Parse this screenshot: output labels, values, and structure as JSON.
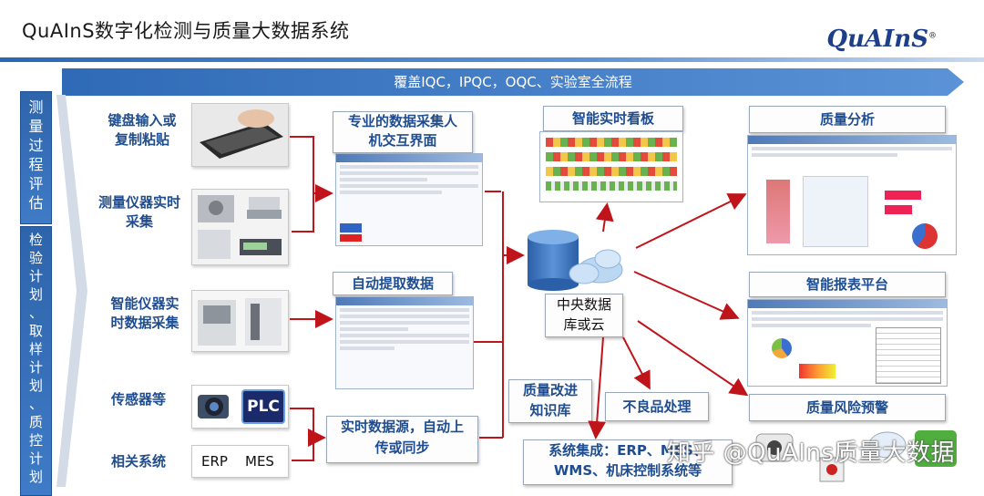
{
  "header": {
    "title": "QuAInS数字化检测与质量大数据系统",
    "logo": "QuAInS",
    "logo_mark": "®"
  },
  "banner": {
    "text": "覆盖IQC，IPQC，OQC、实验室全流程"
  },
  "left_columns": [
    {
      "chars": [
        "测",
        "量",
        "过",
        "程",
        "评",
        "估"
      ]
    },
    {
      "chars": [
        "检",
        "验",
        "计",
        "划",
        "、",
        "取",
        "样",
        "计",
        "划",
        "、",
        "质",
        "控",
        "计",
        "划"
      ]
    }
  ],
  "inputs": [
    {
      "lines": [
        "键盘输入或",
        "复制粘贴"
      ]
    },
    {
      "lines": [
        "测量仪器实时",
        "采集"
      ]
    },
    {
      "lines": [
        "智能仪器实",
        "时数据采集"
      ]
    },
    {
      "lines": [
        "传感器等"
      ]
    },
    {
      "lines": [
        "相关系统"
      ]
    }
  ],
  "input_items": {
    "plc": "PLC",
    "erp": "ERP",
    "mes": "MES"
  },
  "middle": {
    "hmi": [
      "专业的数据采集人",
      "机交互界面"
    ],
    "auto": "自动提取数据",
    "realtime": [
      "实时数据源，自动上",
      "传或同步"
    ]
  },
  "center": {
    "label": [
      "中央数据",
      "库或云"
    ]
  },
  "bottom_boxes": {
    "knowledge": [
      "质量改进",
      "知识库"
    ],
    "defect": "不良品处理",
    "integration": [
      "系统集成：ERP、MES、",
      "WMS、机床控制系统等"
    ]
  },
  "outputs": {
    "dashboard": "智能实时看板",
    "analysis": "质量分析",
    "report": "智能报表平台",
    "risk": "质量风险预警"
  },
  "watermark": "知乎 @QuAIns质量大数据",
  "colors": {
    "arrow": "#c0141b",
    "banner": "#3b78c4",
    "column": "#2e64ab",
    "label": "#1f4d8f"
  }
}
